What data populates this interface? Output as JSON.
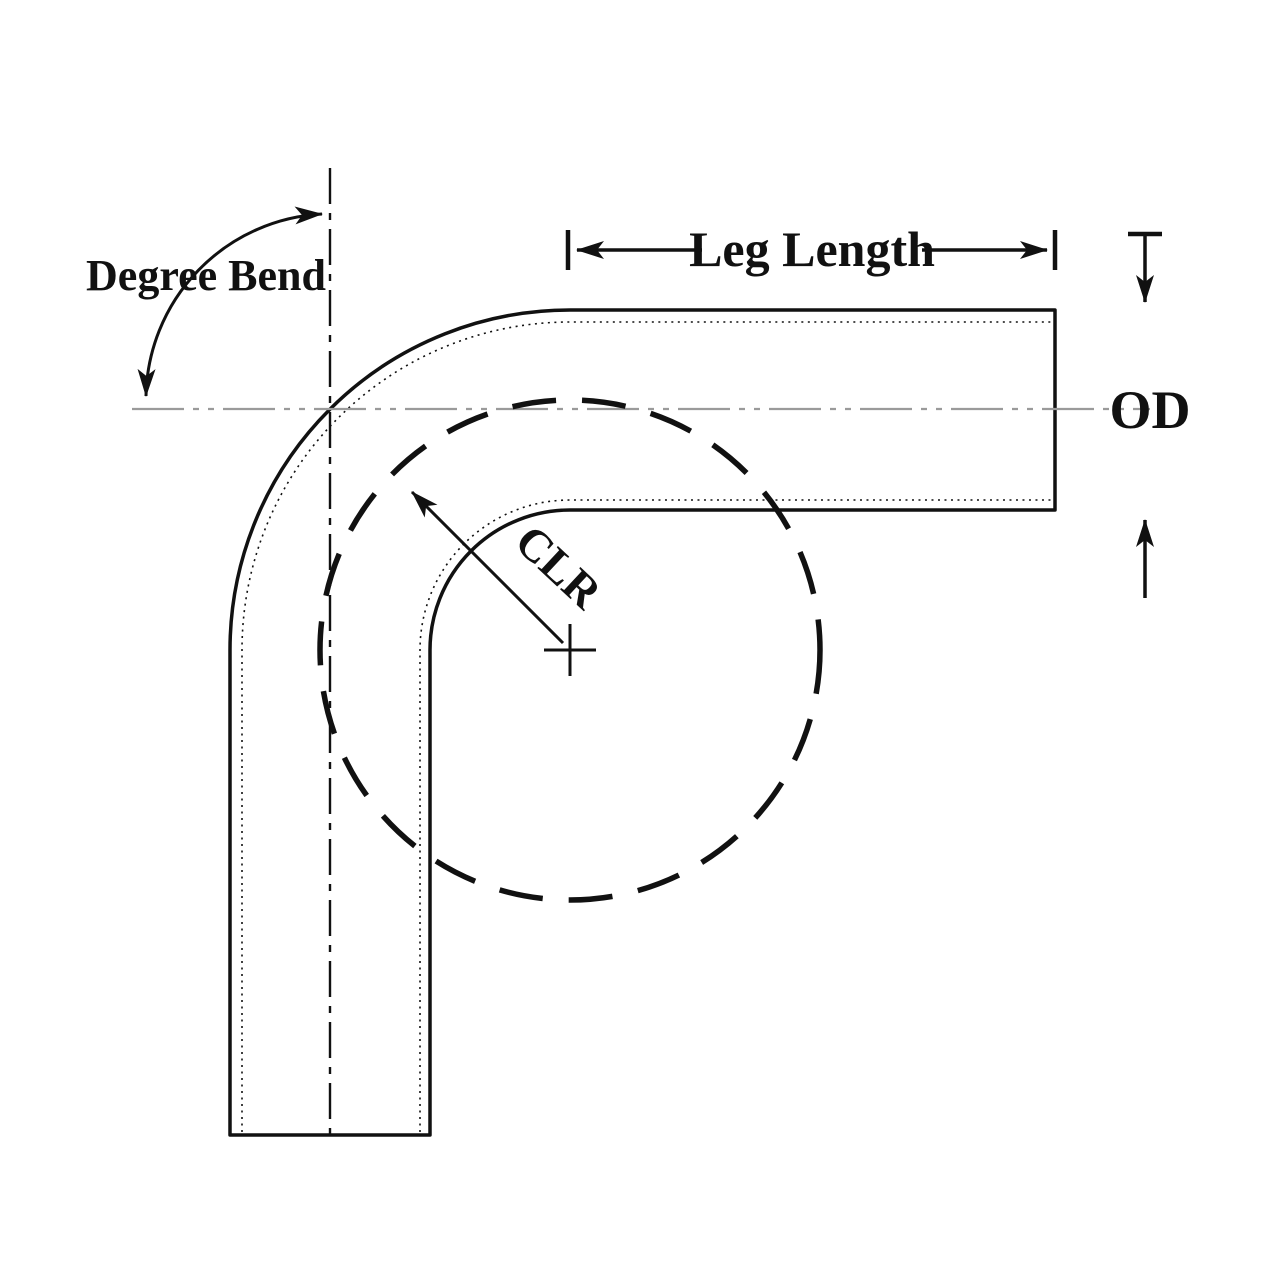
{
  "diagram": {
    "labels": {
      "degree_bend": "Degree Bend",
      "leg_length": "Leg Length",
      "od": "OD",
      "clr": "CLR"
    },
    "colors": {
      "ink": "#111111",
      "centerline_gray": "#9a9a9a",
      "background": "#ffffff"
    }
  }
}
